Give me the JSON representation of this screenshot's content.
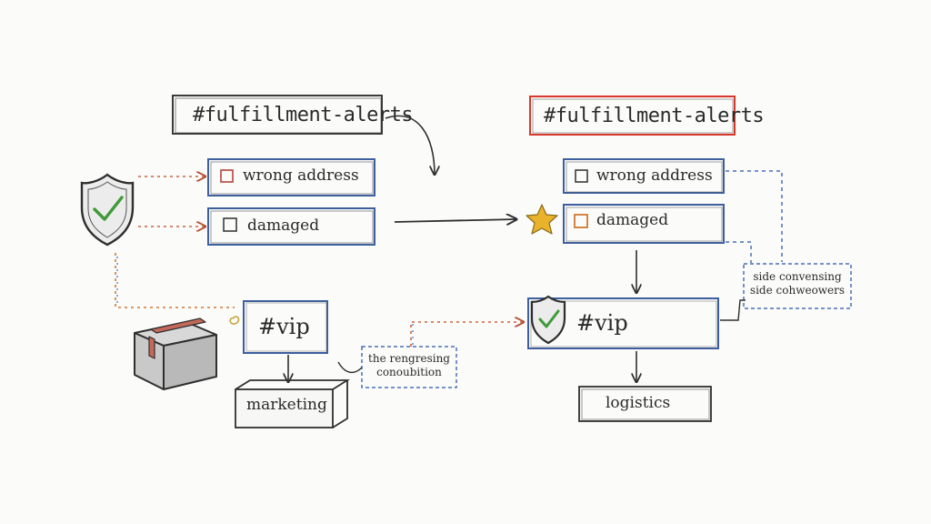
{
  "left": {
    "channel": "#fulfillment-alerts",
    "tags": [
      "wrong address",
      "damaged"
    ],
    "vip": "#vip",
    "team": "marketing",
    "note": "the rengresing conoubition"
  },
  "right": {
    "channel": "#fulfillment-alerts",
    "tags": [
      "wrong address",
      "damaged"
    ],
    "vip": "#vip",
    "team": "logistics",
    "note": "side convensing side cohweowers"
  },
  "colors": {
    "ink": "#2f2f2f",
    "box_blue": "#3d5f9e",
    "highlight_red": "#d9372c",
    "check_green": "#3f9a3a",
    "star_gold": "#e8b32a",
    "dash_orange": "#d07a35",
    "dash_blue": "#4b6fb5"
  },
  "icons": [
    "shield-check-icon",
    "package-icon",
    "star-icon",
    "checkbox-icon"
  ]
}
